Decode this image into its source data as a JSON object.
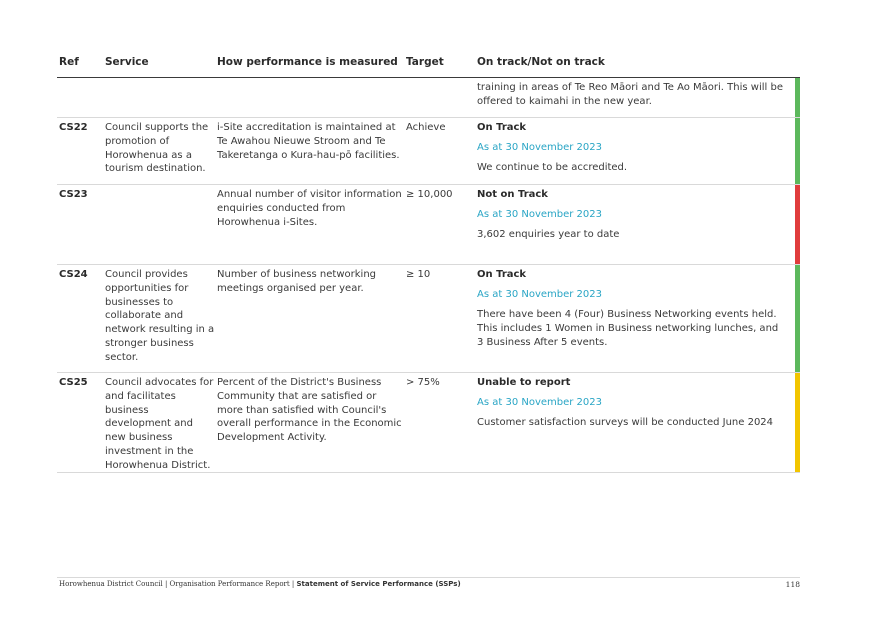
{
  "header": {
    "ref": "Ref",
    "service": "Service",
    "measure": "How performance is measured",
    "target": "Target",
    "status": "On track/Not on track"
  },
  "rows": [
    {
      "ref": "",
      "service": "",
      "measure": "",
      "target": "",
      "status": "",
      "as_at": "",
      "comment": "training in areas of Te Reo Māori and Te Ao Māori. This will be offered to kaimahi in the new year.",
      "bar_color": "#5cb85c"
    },
    {
      "ref": "CS22",
      "service": "Council supports the promotion of Horowhenua as a tourism destination.",
      "measure": "i-Site accreditation is maintained at Te Awahou Nieuwe Stroom and Te Takeretanga o Kura-hau-pō facilities.",
      "target": "Achieve",
      "status": "On Track",
      "as_at": "As at 30 November 2023",
      "comment": "We continue to be accredited.",
      "bar_color": "#5cb85c"
    },
    {
      "ref": "CS23",
      "service": "",
      "measure": "Annual number of visitor information enquiries conducted from Horowhenua i-Sites.",
      "target": "≥ 10,000",
      "status": "Not on Track",
      "as_at": "As at 30 November 2023",
      "comment": "3,602 enquiries year to date",
      "bar_color": "#e03c3c"
    },
    {
      "ref": "CS24",
      "service": "Council provides opportunities for businesses to collaborate and network resulting in a stronger business sector.",
      "measure": "Number of business networking meetings organised per year.",
      "target": "≥ 10",
      "status": "On Track",
      "as_at": "As at 30 November 2023",
      "comment": "There have been 4 (Four) Business Networking events held. This includes 1 Women in Business networking lunches, and 3 Business After 5 events.",
      "bar_color": "#5cb85c"
    },
    {
      "ref": "CS25",
      "service": "Council advocates for and facilitates business development and new business investment in the Horowhenua District.",
      "measure": "Percent of the District's Business Community that are satisfied or more than satisfied with Council's overall performance in the Economic Development Activity.",
      "target": "> 75%",
      "status": "Unable to report",
      "as_at": "As at 30 November 2023",
      "comment": "Customer satisfaction surveys will be conducted June 2024",
      "bar_color": "#f2c500"
    }
  ],
  "footer": {
    "org": "Horowhenua District Council | Organisation Performance Report | ",
    "section": "Statement of Service Performance (SSPs)",
    "page_number": "118"
  }
}
